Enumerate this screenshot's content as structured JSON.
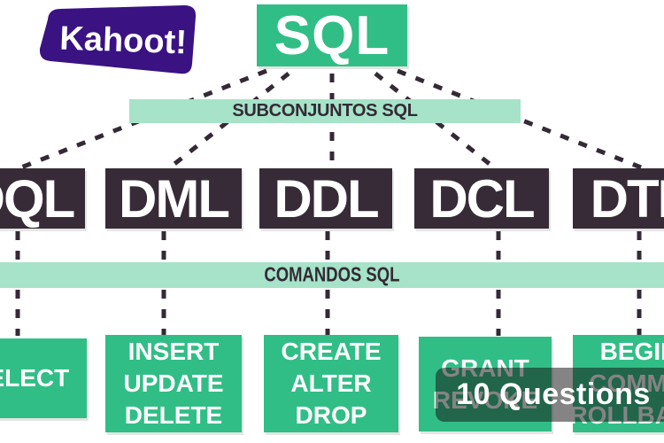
{
  "brand": {
    "logo_text": "Kahoot!"
  },
  "badge": {
    "label": "10 Questions"
  },
  "diagram": {
    "root_label": "SQL",
    "subsets_banner": "SUBCONJUNTOS SQL",
    "commands_banner": "COMANDOS SQL",
    "subsets": [
      "DQL",
      "DML",
      "DDL",
      "DCL",
      "DTL"
    ],
    "command_groups": [
      {
        "subset": "DQL",
        "lines": [
          "SELECT"
        ]
      },
      {
        "subset": "DML",
        "lines": [
          "INSERT",
          "UPDATE",
          "DELETE"
        ]
      },
      {
        "subset": "DDL",
        "lines": [
          "CREATE",
          "ALTER",
          "DROP"
        ]
      },
      {
        "subset": "DCL",
        "lines": [
          "GRANT",
          "REVOKE"
        ]
      },
      {
        "subset": "DTL",
        "lines": [
          "BEGIN",
          "COMMIT",
          "ROLLBACK"
        ]
      }
    ],
    "colors": {
      "box_green": "#31BE86",
      "banner_mint": "#A6E3C9",
      "subset_dark": "#362B36",
      "kahoot_purple": "#3A1282",
      "connector_dark": "#342A35",
      "badge_overlay": "rgba(20,20,20,0.52)"
    }
  }
}
